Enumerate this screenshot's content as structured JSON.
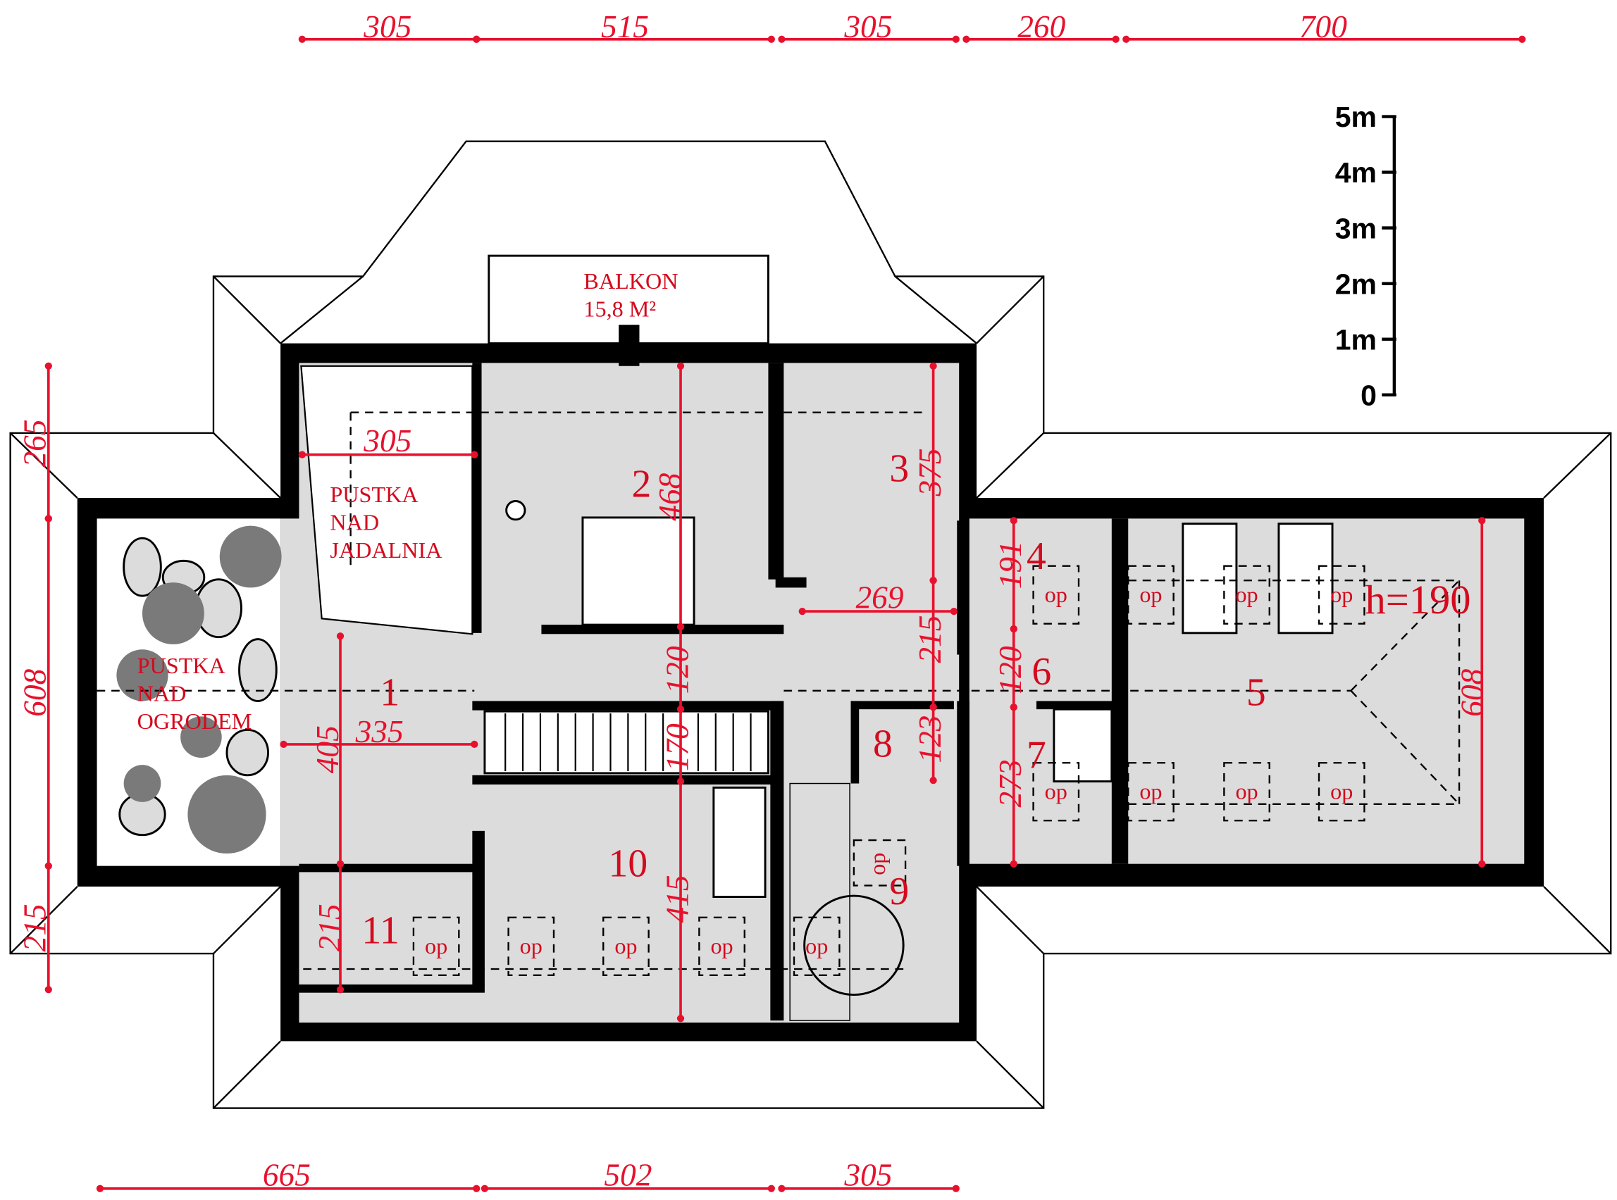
{
  "top_dimensions": [
    "305",
    "515",
    "305",
    "260",
    "700"
  ],
  "bottom_dimensions": [
    "665",
    "502",
    "305"
  ],
  "left_dimensions": [
    "265",
    "608",
    "215"
  ],
  "scale_bar": [
    "5m",
    "4m",
    "3m",
    "2m",
    "1m",
    "0"
  ],
  "balcony": {
    "title": "BALKON",
    "area": "15,8 M²"
  },
  "voids": {
    "dining": [
      "PUSTKA",
      "NAD",
      "JADALNIA"
    ],
    "garden": [
      "PUSTKA",
      "NAD",
      "OGRODEM"
    ]
  },
  "rooms": [
    "1",
    "2",
    "3",
    "4",
    "5",
    "6",
    "7",
    "8",
    "9",
    "10",
    "11"
  ],
  "inner_dimensions": {
    "void_width": "305",
    "room2_depth": "468",
    "room3_depth": "375",
    "corridor_width": "269",
    "room4_depth": "191",
    "hall_215": "215",
    "hall_120a": "120",
    "hall_120b": "120",
    "hall_width": "335",
    "hall_depth": "405",
    "stair_170": "170",
    "room8_depth": "123",
    "room7_depth": "273",
    "room10_depth": "415",
    "room11_depth": "215",
    "room5_depth": "608"
  },
  "ceiling_height": "h=190",
  "skylight_label": "op"
}
